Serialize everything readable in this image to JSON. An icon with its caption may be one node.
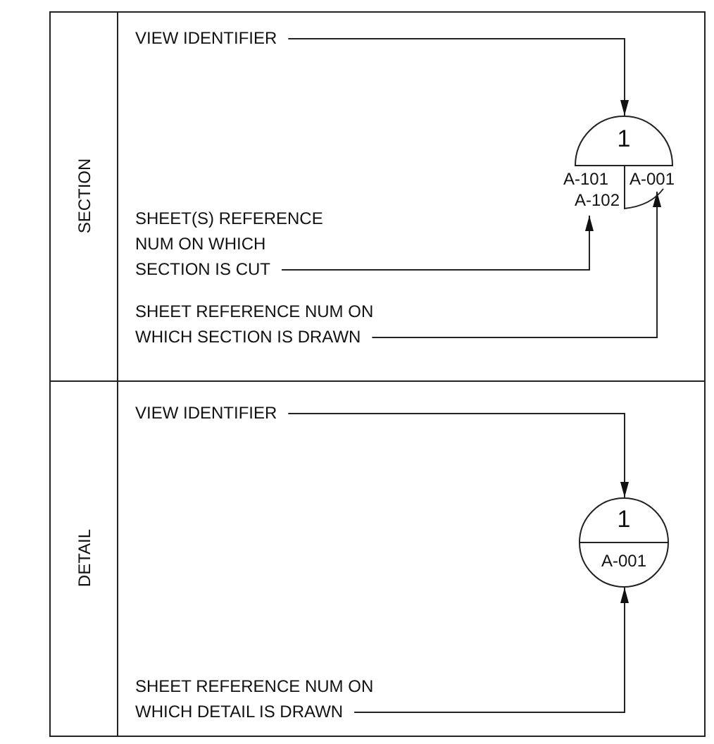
{
  "diagram": {
    "nodes": [
      {
        "text": [
          "SECTION"
        ]
      },
      {
        "text": [
          "VIEW IDENTIFIER"
        ]
      },
      {
        "text": [
          "1"
        ]
      },
      {
        "text": [
          "A-101",
          "A-102"
        ]
      },
      {
        "text": [
          "A-001"
        ]
      },
      {
        "text": [
          "SHEET(S) REFERENCE NUM ON WHICH SECTION IS CUT"
        ]
      },
      {
        "text": [
          "SHEET REFERENCE NUM ON WHICH SECTION IS DRAWN"
        ]
      },
      {
        "text": [
          "DETAIL"
        ]
      },
      {
        "text": [
          "VIEW IDENTIFIER"
        ]
      },
      {
        "text": [
          "1",
          "A-001"
        ]
      },
      {
        "text": [
          "SHEET REFERENCE NUM ON WHICH DETAIL IS DRAWN"
        ]
      }
    ],
    "edges": [
      {
        "from": 1,
        "to": 2,
        "arrow": "to"
      },
      {
        "from": 5,
        "to": 3,
        "arrow": "to"
      },
      {
        "from": 6,
        "to": 4,
        "arrow": "to"
      },
      {
        "from": 8,
        "to": 9,
        "arrow": "to"
      },
      {
        "from": 10,
        "to": 9,
        "arrow": "to"
      }
    ]
  }
}
